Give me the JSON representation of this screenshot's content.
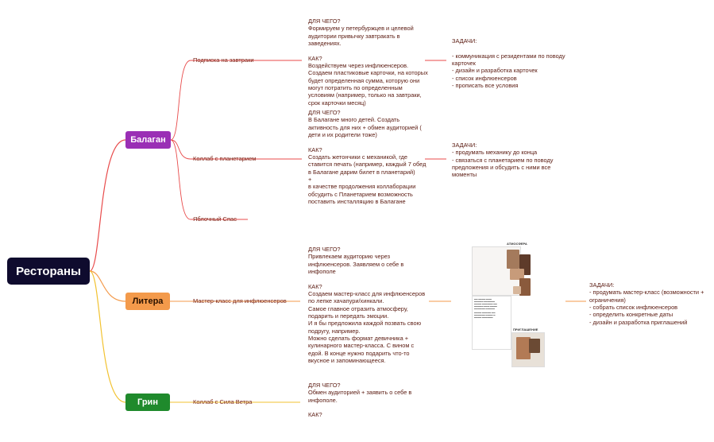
{
  "root": {
    "label": "Рестораны"
  },
  "branches": [
    {
      "label": "Балаган",
      "color": "#9a2fb5"
    },
    {
      "label": "Литера",
      "color": "#f39a4b"
    },
    {
      "label": "Грин",
      "color": "#1f8a2c"
    }
  ],
  "topics": [
    {
      "label": "Подписка на завтраки"
    },
    {
      "label": "Коллаб с планетарием"
    },
    {
      "label": "Яблочный Спас"
    },
    {
      "label": "Мастер-класс для инфлюенсеров"
    },
    {
      "label": "Коллаб с Сила Ветра"
    }
  ],
  "notes": {
    "breakfast": "ДЛЯ ЧЕГО?\nФормируем у петербуржцев и целевой\nаудитории привычку завтракать в\nзаведениях.\n\nКАК?\nВоздействуем через инфлюенсеров.\nСоздаем пластиковые карточки, на которых\nбудет определенная сумма, которую они\nмогут потратить по определенным\nусловиям (например, только на завтраки,\nсрок карточки месяц)",
    "planetarium": "ДЛЯ ЧЕГО?\nВ Балагане много детей. Создать\nактивность для них + обмен аудиторией (\nдети и их родители тоже)\n\nКАК?\nСоздать жетончики с механикой, где\nставится печать (например, каждый 7 обед\nв Балагане дарим билет в планетарий)\n+\nв качестве продолжения коллаборации\nобсудить с Планетарием возможность\nпоставить инсталляцию в Балагане",
    "masterclass": "ДЛЯ ЧЕГО?\nПривлекаем аудиторию через\nинфлюенсеров. Заявляем о себе в\nинфополе\n\nКАК?\nСоздаем мастер-класс для инфлюенсеров\nпо лепке хачапури/хинкали.\nСамое главное отразить атмосферу,\nподарить и передать эмоции.\nИ я бы предложила каждой позвать свою\nподругу, например.\nМожно сделать формат девичника +\nкулинарного мастер-класса. С вином с\nедой. В конце нужно подарить что-то\nвкусное и запоминающееся.",
    "silaveter": "ДЛЯ ЧЕГО?\nОбмен аудиторией + заявить о себе в\nинфополе.\n\nКАК?"
  },
  "tasks": {
    "breakfast": "ЗАДАЧИ:\n\n- коммуникация с резидентами по поводу\nкарточек\n- дизайн и разработка карточек\n- список инфлюенсеров\n- прописать все условия",
    "planetarium": "ЗАДАЧИ:\n- продумать механику до конца\n- связаться с планетарием по поводу\nпредложения и обсудить с ними все\nмоменты",
    "masterclass": "ЗАДАЧИ:\n- продумать мастер-класс (возможности +\nограничения)\n- собрать список инфлюенсеров\n- определить конкретные даты\n- дизайн и разработка приглашений"
  },
  "collage": {
    "title_top": "АТМОСФЕРА",
    "title_bottom": "ПРИГЛАШЕНИЕ"
  },
  "colors": {
    "red_branch": "#e84b4b",
    "orange_branch": "#f39a4b",
    "yellow_branch": "#f2c230",
    "root": "#0f0b2e"
  }
}
